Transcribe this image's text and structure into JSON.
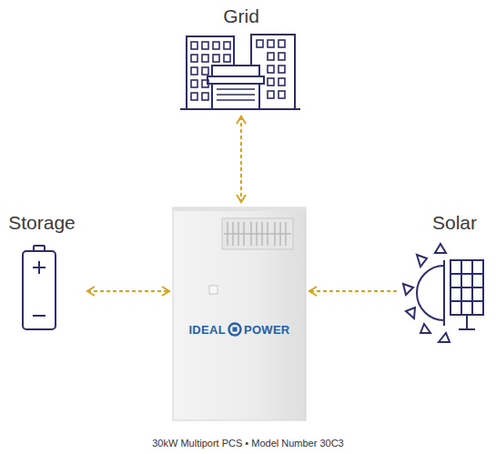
{
  "diagram": {
    "caption": "30kW Multiport PCS • Model Number 30C3",
    "nodes": [
      {
        "text": [
          "Grid"
        ]
      },
      {
        "text": [
          "Storage"
        ]
      },
      {
        "text": [
          "IDEAL",
          "POWER"
        ]
      },
      {
        "text": [
          "Solar"
        ]
      }
    ],
    "edges": [
      {
        "from": 0,
        "to": 2,
        "arrow": "both"
      },
      {
        "from": 1,
        "to": 2,
        "arrow": "both"
      },
      {
        "from": 3,
        "to": 2,
        "arrow": "to"
      }
    ]
  }
}
